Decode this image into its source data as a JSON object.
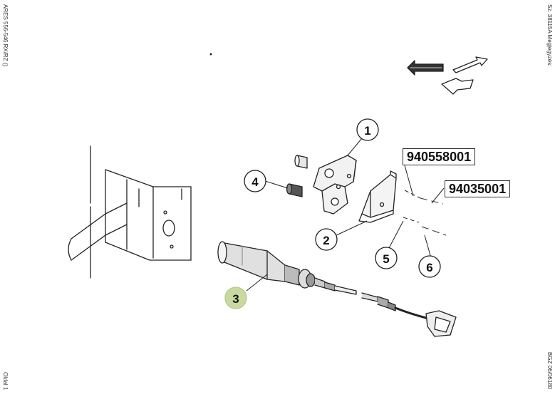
{
  "margins": {
    "left_top": "ARES 556-546 RX/RZ ()",
    "left_bottom": "Oldal 1",
    "right_top": "Sz. 38115A  Megjegyzés:",
    "right_bottom": "BGZ  06/06180"
  },
  "callouts": [
    {
      "id": "1",
      "label": "1"
    },
    {
      "id": "2",
      "label": "2"
    },
    {
      "id": "3",
      "label": "3",
      "highlight": true
    },
    {
      "id": "4",
      "label": "4"
    },
    {
      "id": "5",
      "label": "5"
    },
    {
      "id": "6",
      "label": "6"
    }
  ],
  "part_numbers": {
    "ref_a": "940558001",
    "ref_b": "94035001"
  },
  "colors": {
    "line": "#222222",
    "highlight_fill": "#c9d9a0",
    "part_shadow": "#888888"
  },
  "icons": [
    "direction-arrows-icon"
  ]
}
